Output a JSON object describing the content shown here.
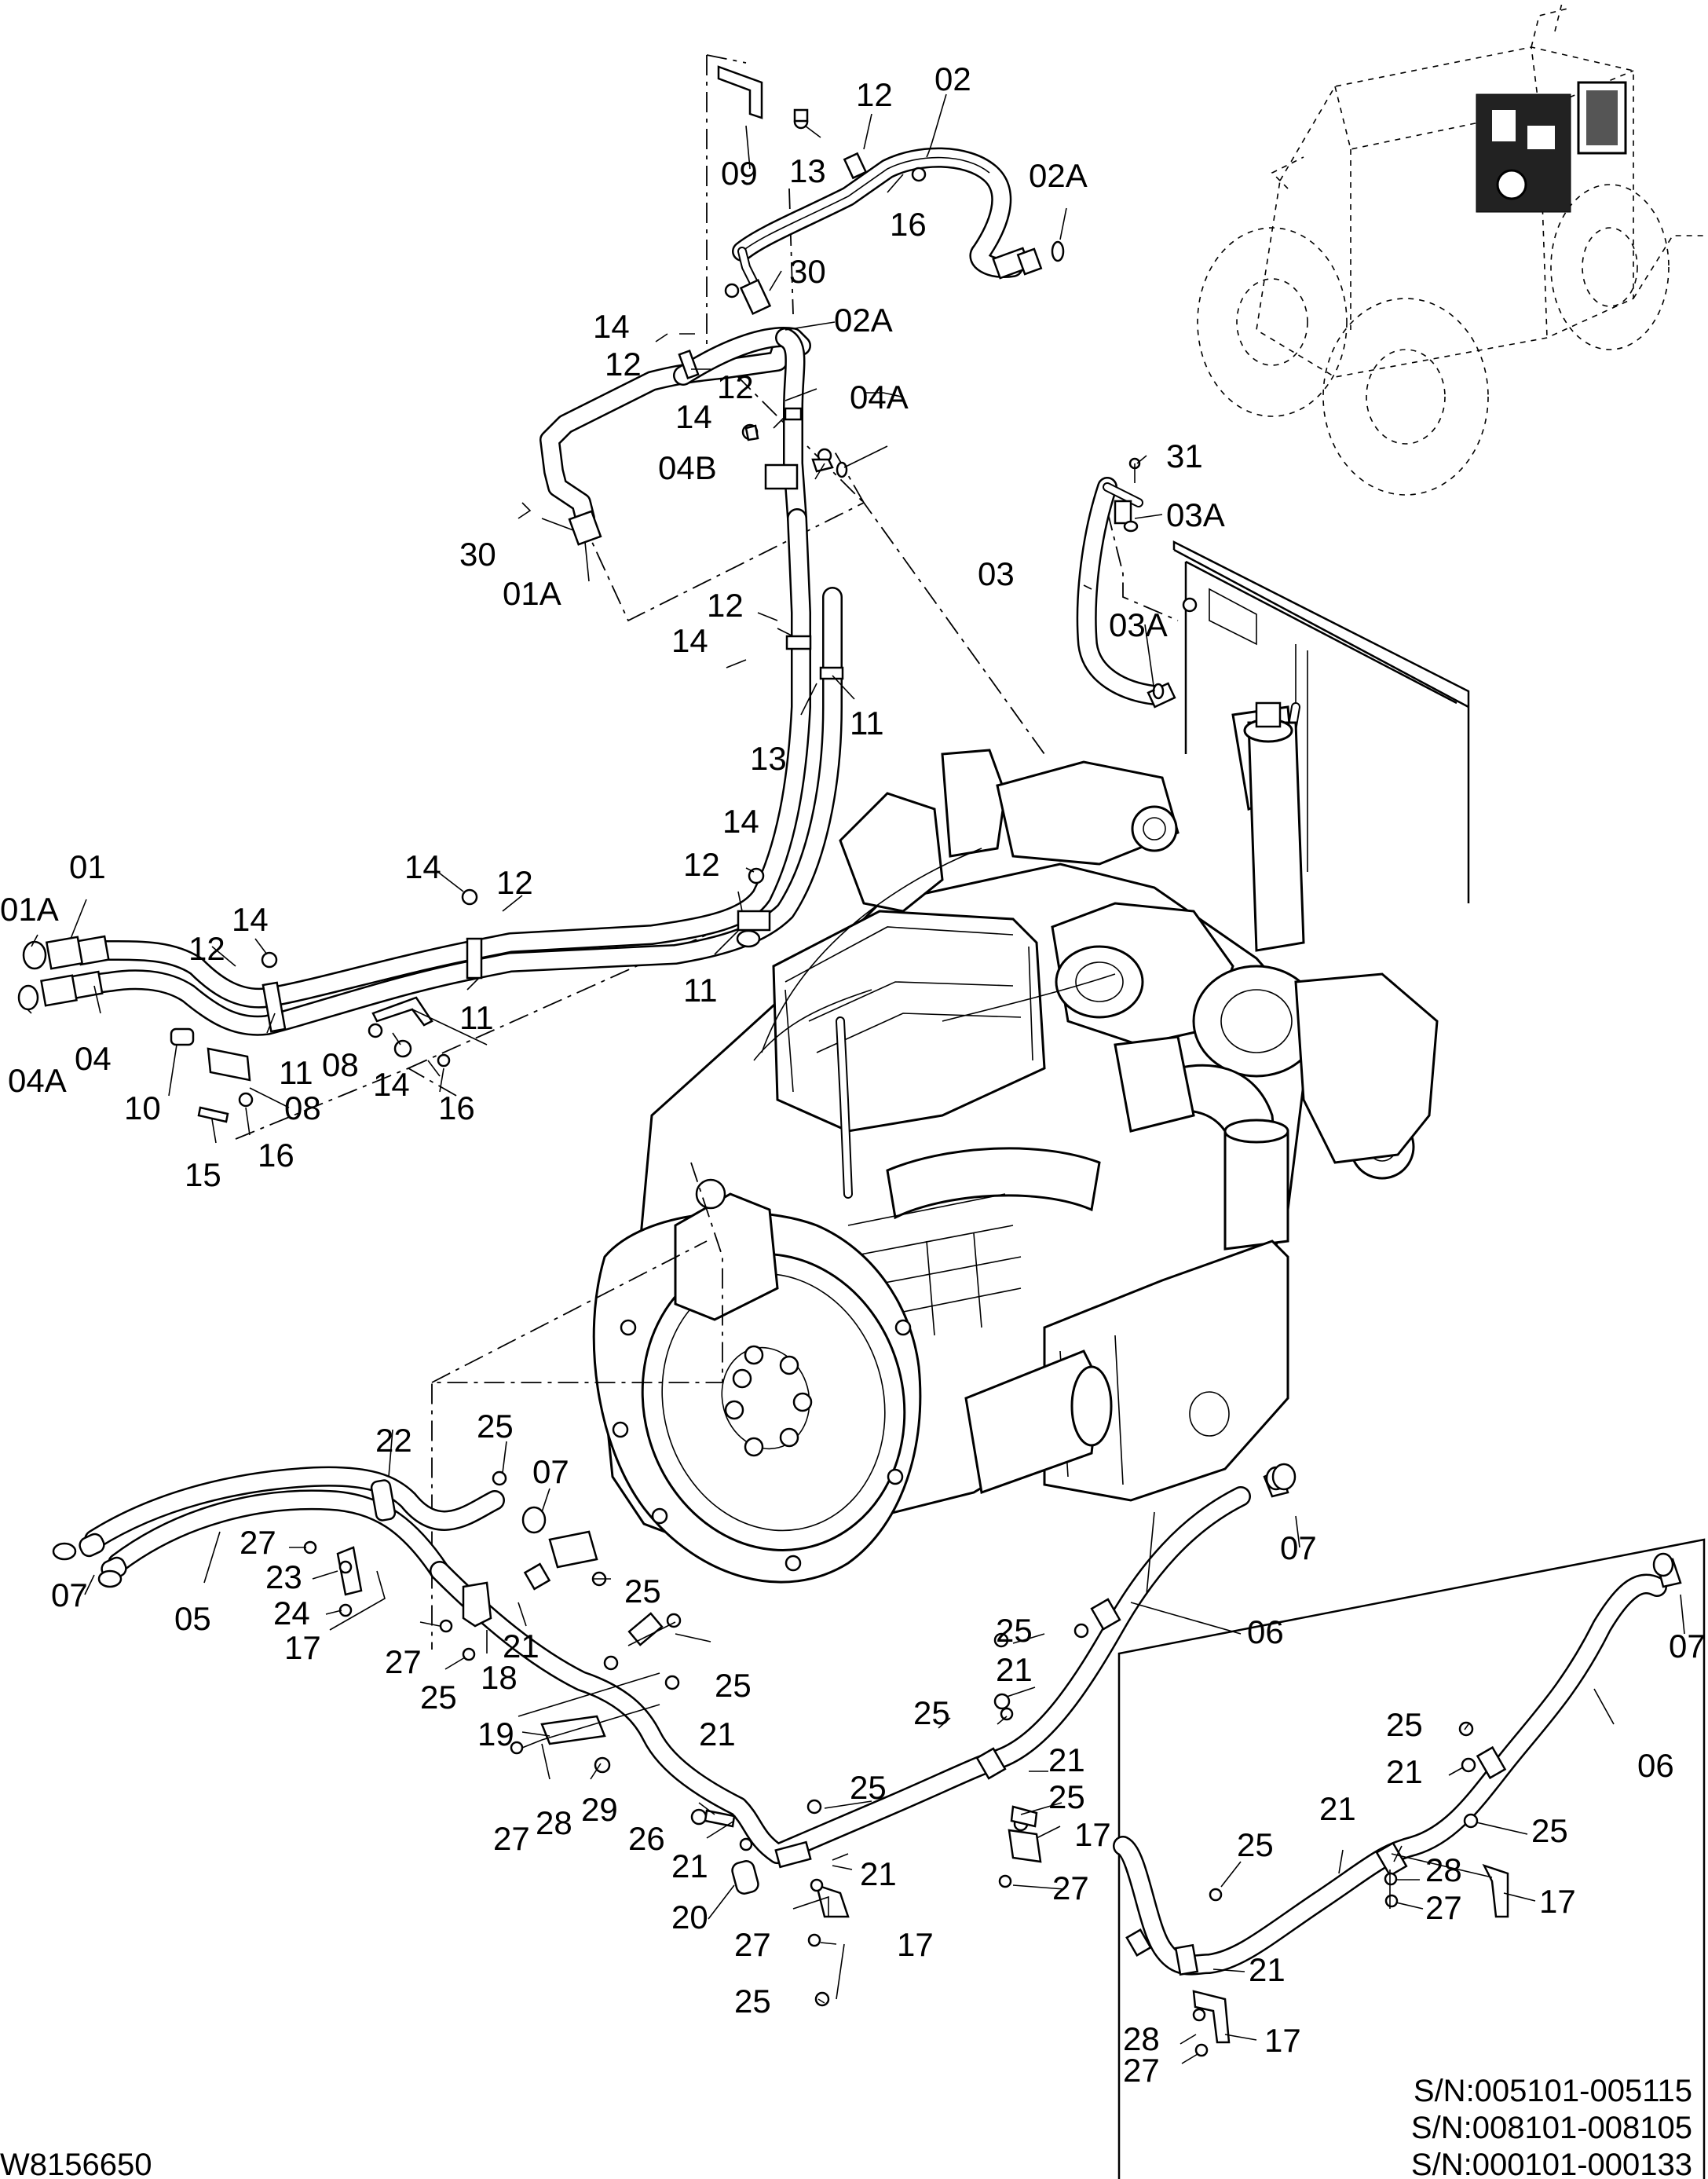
{
  "drawing_code": "W8156650",
  "serial_ranges": [
    "S/N:005101-005115",
    "S/N:008101-008105",
    "S/N:000101-000133"
  ],
  "labels": {
    "l01": "01",
    "l01a_left": "01A",
    "l01a_top": "01A",
    "l02": "02",
    "l02a_a": "02A",
    "l02a_b": "02A",
    "l03": "03",
    "l03a_a": "03A",
    "l03a_b": "03A",
    "l04": "04",
    "l04a_left": "04A",
    "l04a_top": "04A",
    "l04b": "04B",
    "l05": "05",
    "l06_main": "06",
    "l06_inset": "06",
    "l07_a": "07",
    "l07_b": "07",
    "l07_c": "07",
    "l07_d": "07",
    "l08_a": "08",
    "l08_b": "08",
    "l09": "09",
    "l10": "10",
    "l11_a": "11",
    "l11_b": "11",
    "l11_c": "11",
    "l11_d": "11",
    "l12_a": "12",
    "l12_b": "12",
    "l12_c": "12",
    "l12_d": "12",
    "l12_e": "12",
    "l12_f": "12",
    "l12_g": "12",
    "l13_a": "13",
    "l13_b": "13",
    "l14_a": "14",
    "l14_b": "14",
    "l14_c": "14",
    "l14_d": "14",
    "l14_e": "14",
    "l14_f": "14",
    "l14_g": "14",
    "l15": "15",
    "l16_a": "16",
    "l16_b": "16",
    "l16_c": "16",
    "l17_a": "17",
    "l17_b": "17",
    "l17_c": "17",
    "l17_d": "17",
    "l17_e": "17",
    "l18": "18",
    "l19": "19",
    "l20": "20",
    "l21_a": "21",
    "l21_b": "21",
    "l21_c": "21",
    "l21_d": "21",
    "l21_e": "21",
    "l21_f": "21",
    "l21_g": "21",
    "l21_h": "21",
    "l21_i": "21",
    "l22": "22",
    "l23": "23",
    "l24": "24",
    "l25_a": "25",
    "l25_b": "25",
    "l25_c": "25",
    "l25_d": "25",
    "l25_e": "25",
    "l25_f": "25",
    "l25_g": "25",
    "l25_h": "25",
    "l25_i": "25",
    "l25_j": "25",
    "l25_k": "25",
    "l26": "26",
    "l27_a": "27",
    "l27_b": "27",
    "l27_c": "27",
    "l27_d": "27",
    "l27_e": "27",
    "l27_f": "27",
    "l27_g": "27",
    "l28_a": "28",
    "l28_b": "28",
    "l28_c": "28",
    "l29": "29",
    "l30_a": "30",
    "l30_b": "30",
    "l31": "31"
  }
}
